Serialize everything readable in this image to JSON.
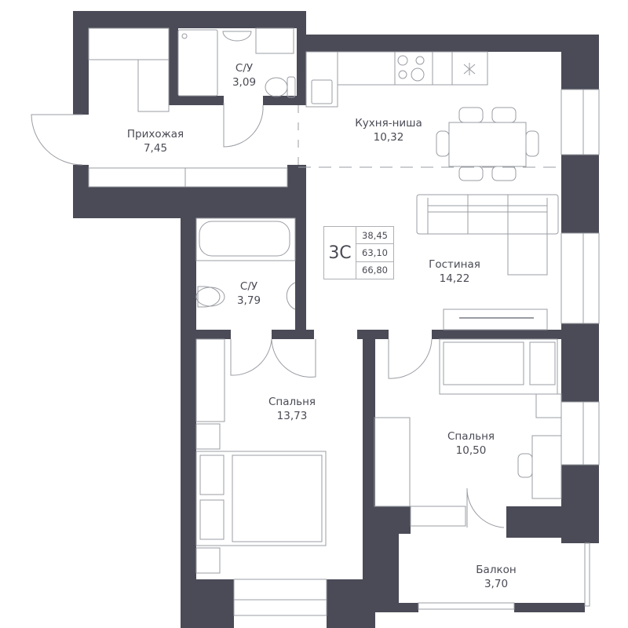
{
  "plan": {
    "type_code": "3С",
    "areas": {
      "living": "38,45",
      "total": "63,10",
      "total_with_balcony": "66,80"
    },
    "rooms": [
      {
        "id": "hallway",
        "name": "Прихожая",
        "area": "7,45"
      },
      {
        "id": "bathroom-1",
        "name": "С/У",
        "area": "3,09"
      },
      {
        "id": "kitchen",
        "name": "Кухня-ниша",
        "area": "10,32"
      },
      {
        "id": "living-room",
        "name": "Гостиная",
        "area": "14,22"
      },
      {
        "id": "bathroom-2",
        "name": "С/У",
        "area": "3,79"
      },
      {
        "id": "bedroom-1",
        "name": "Спальня",
        "area": "13,73"
      },
      {
        "id": "bedroom-2",
        "name": "Спальня",
        "area": "10,50"
      },
      {
        "id": "balcony",
        "name": "Балкон",
        "area": "3,70"
      }
    ],
    "colors": {
      "wall": "#4a4b57",
      "line": "#9a9ca3",
      "text": "#4a4b55",
      "background": "#ffffff"
    }
  }
}
